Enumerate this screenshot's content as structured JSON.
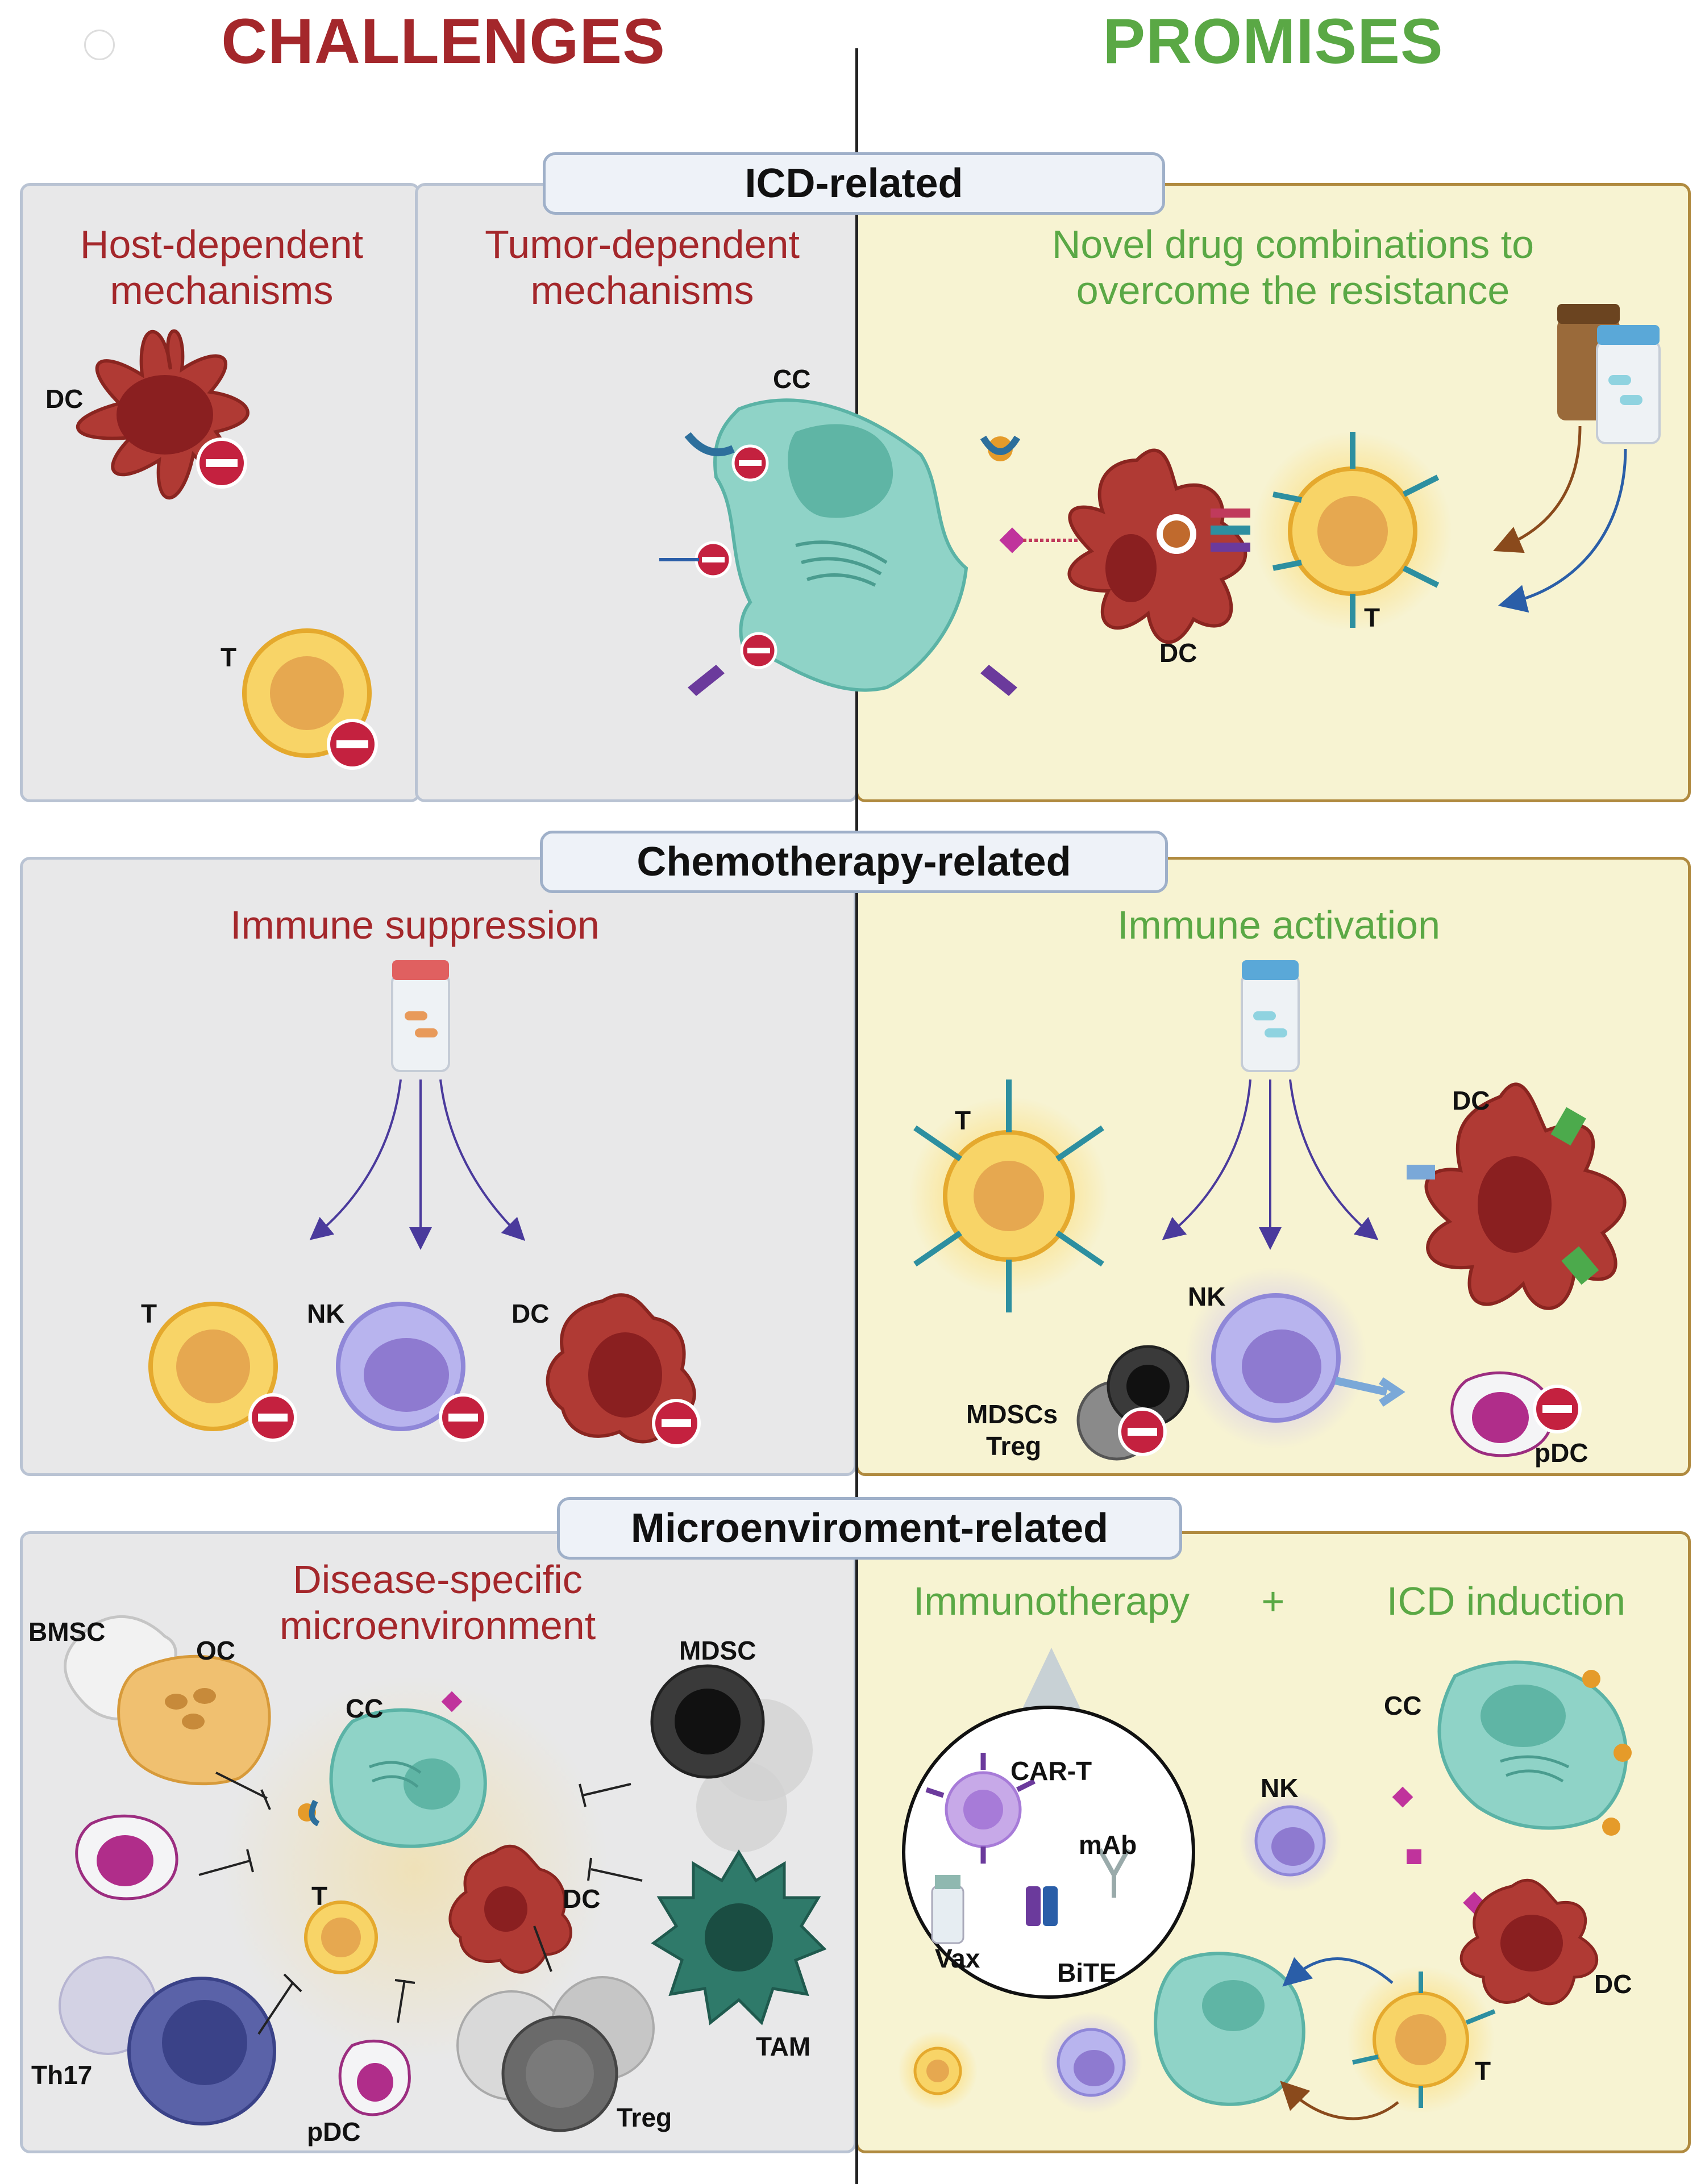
{
  "columns": {
    "left": "CHALLENGES",
    "right": "PROMISES"
  },
  "colors": {
    "challenge_red": "#a4272b",
    "promise_green": "#5aa845",
    "gray_panel": "#e8e8e9",
    "yellow_panel": "#f7f3d2"
  },
  "sections": {
    "icd": {
      "tab": "ICD-related",
      "host": "Host-dependent mechanisms",
      "tumor": "Tumor-dependent mechanisms",
      "novel": "Novel drug combinations to overcome the resistance",
      "labels": {
        "dc_left": "DC",
        "t_left": "T",
        "cc": "CC",
        "dc_right": "DC",
        "t_right": "T"
      }
    },
    "chemo": {
      "tab": "Chemotherapy-related",
      "suppression": "Immune suppression",
      "activation": "Immune activation",
      "labels": {
        "t_left": "T",
        "nk_left": "NK",
        "dc_left": "DC",
        "t_right": "T",
        "dc_right": "DC",
        "nk_right": "NK",
        "mdsc": "MDSCs",
        "treg": "Treg",
        "pdc": "pDC"
      }
    },
    "micro": {
      "tab": "Microenviroment-related",
      "disease": "Disease-specific microenvironment",
      "immunotherapy": "Immunotherapy",
      "plus": "+",
      "icd_induction": "ICD induction",
      "labels": {
        "bmsc": "BMSC",
        "oc": "OC",
        "cc_left": "CC",
        "mdsc": "MDSC",
        "t_left": "T",
        "dc_left": "DC",
        "tam": "TAM",
        "th17": "Th17",
        "pdc": "pDC",
        "treg": "Treg",
        "cart": "CAR-T",
        "mab": "mAb",
        "vax": "Vax",
        "bite": "BiTE",
        "cc_right": "CC",
        "nk_right": "NK",
        "dc_right": "DC",
        "t_right": "T"
      }
    }
  }
}
